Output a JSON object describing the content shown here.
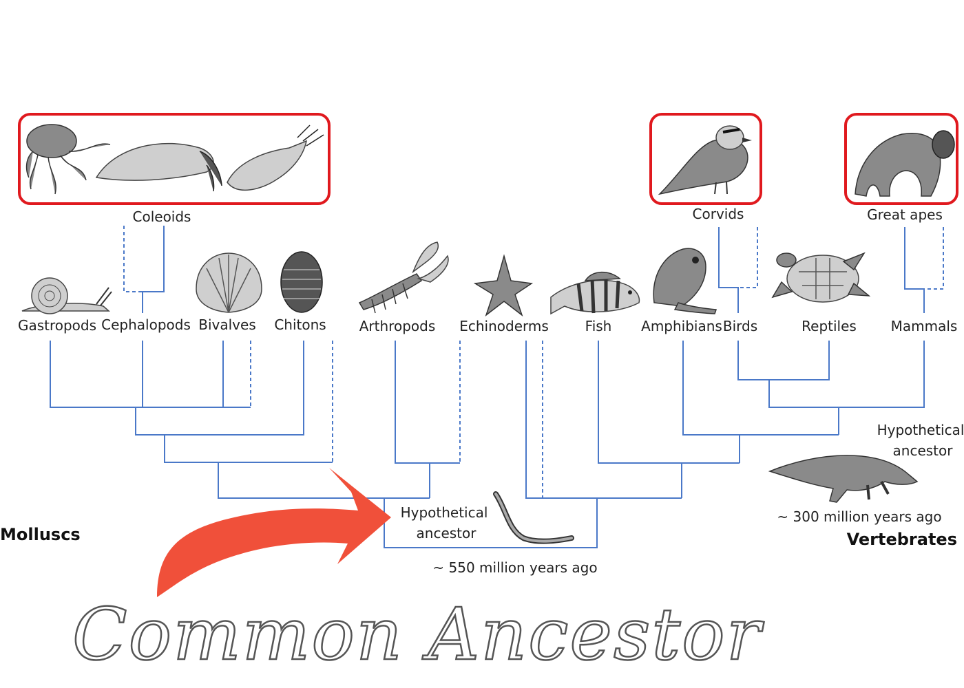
{
  "highlight_groups": {
    "coleoids": "Coleoids",
    "corvids": "Corvids",
    "great_apes": "Great apes"
  },
  "taxa": {
    "gastropods": "Gastropods",
    "cephalopods": "Cephalopods",
    "bivalves": "Bivalves",
    "chitons": "Chitons",
    "arthropods": "Arthropods",
    "echinoderms": "Echinoderms",
    "fish": "Fish",
    "amphibians": "Amphibians",
    "birds": "Birds",
    "reptiles": "Reptiles",
    "mammals": "Mammals"
  },
  "ancestors": {
    "common": {
      "line1": "Hypothetical",
      "line2": "ancestor",
      "age": "~ 550 million years ago"
    },
    "vertebrate": {
      "line1": "Hypothetical",
      "line2": "ancestor",
      "age": "~ 300 million years ago"
    }
  },
  "clades": {
    "molluscs": "Molluscs",
    "vertebrates": "Vertebrates"
  },
  "caption": "Common Ancestor",
  "colors": {
    "tree_lines": "#4a78c8",
    "highlight_box": "#e0191e",
    "arrow": "#f0503a",
    "caption": "#555555"
  },
  "icons": [
    "octopus-icon",
    "cuttlefish-icon",
    "squid-icon",
    "snail-icon",
    "scallop-icon",
    "chiton-icon",
    "lobster-icon",
    "starfish-icon",
    "perch-fish-icon",
    "frog-icon",
    "bird-icon",
    "turtle-icon",
    "chimpanzee-icon",
    "worm-icon",
    "reptile-ancestor-icon"
  ]
}
